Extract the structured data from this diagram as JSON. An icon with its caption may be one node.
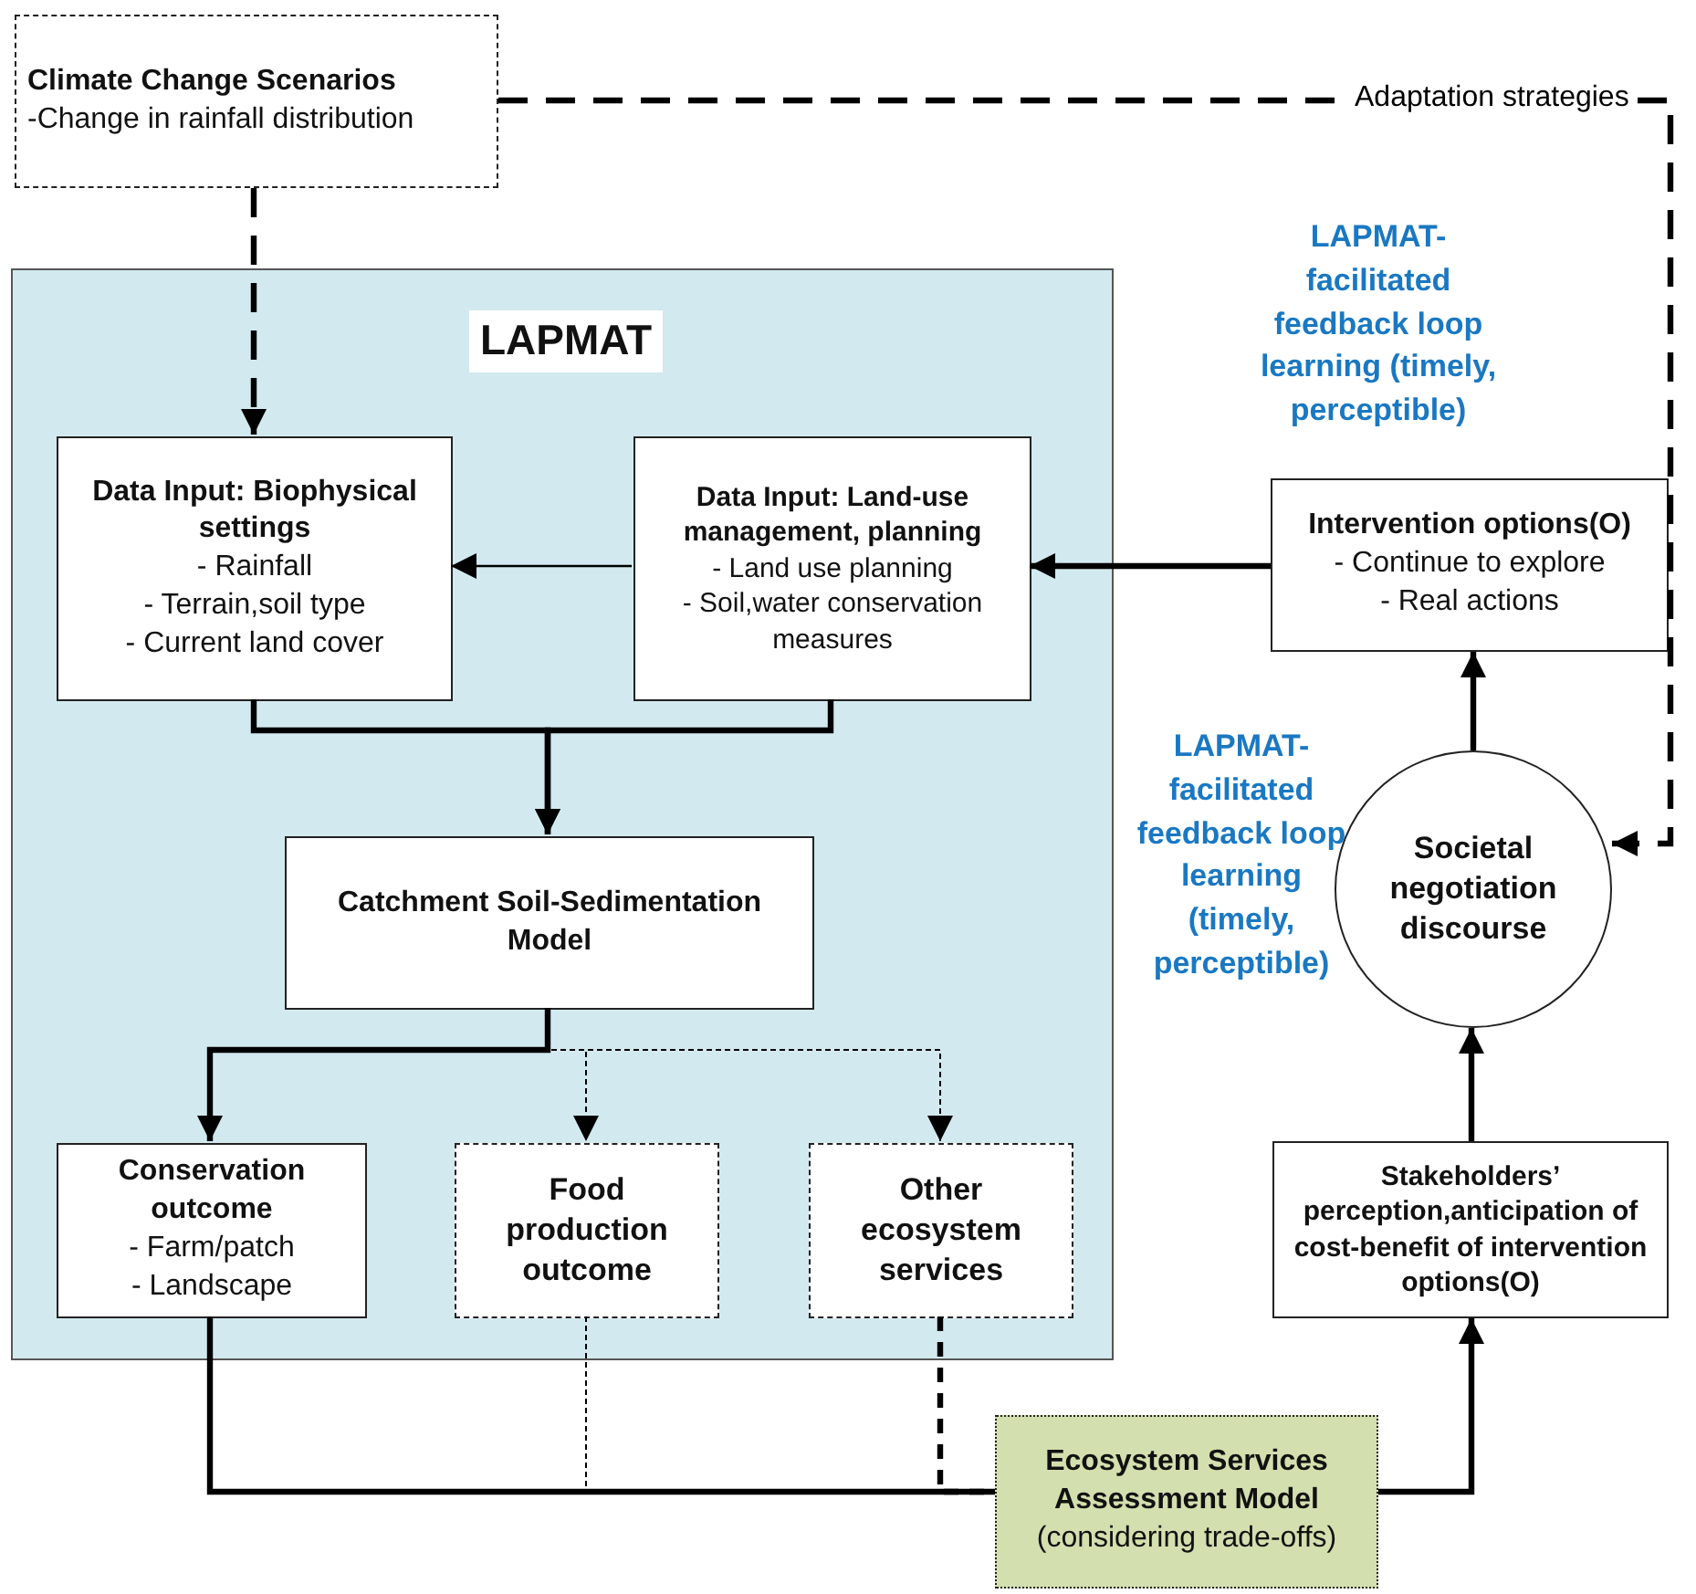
{
  "diagram": {
    "nodes": [
      {
        "text": [
          "Climate Change Scenarios",
          "-Change in rainfall distribution"
        ]
      },
      {
        "text": [
          "LAPMAT"
        ]
      },
      {
        "text": [
          "Data Input: Biophysical settings",
          "- Rainfall",
          "- Terrain,soil type",
          "- Current land cover"
        ],
        "in": 1
      },
      {
        "text": [
          "Data Input: Land-use management, planning",
          "- Land use planning",
          "- Soil,water conservation measures"
        ],
        "in": 1
      },
      {
        "text": [
          "Catchment Soil-Sedimentation Model"
        ],
        "in": 1
      },
      {
        "text": [
          "Conservation outcome",
          "- Farm/patch",
          "- Landscape"
        ],
        "in": 1
      },
      {
        "text": [
          "Food production outcome"
        ],
        "in": 1
      },
      {
        "text": [
          "Other ecosystem services"
        ],
        "in": 1
      },
      {
        "text": [
          "Intervention options(O)",
          "- Continue to explore",
          "- Real actions"
        ]
      },
      {
        "text": [
          "Societal negotiation discourse"
        ]
      },
      {
        "text": [
          "Stakeholders’ perception,anticipation of cost-benefit of intervention options(O)"
        ]
      },
      {
        "text": [
          "Ecosystem Services Assessment Model",
          "(considering trade-offs)"
        ]
      }
    ],
    "edges": [
      {
        "from": 0,
        "to": 2,
        "arrow": "to",
        "style": "dashed"
      },
      {
        "from": 0,
        "to": 9,
        "arrow": "to",
        "style": "dashed",
        "label": "Adaptation strategies"
      },
      {
        "from": 3,
        "to": 2,
        "arrow": "to"
      },
      {
        "from": 2,
        "to": 4,
        "arrow": "to"
      },
      {
        "from": 3,
        "to": 4,
        "arrow": "to"
      },
      {
        "from": 4,
        "to": 5,
        "arrow": "to"
      },
      {
        "from": 4,
        "to": 6,
        "arrow": "to",
        "style": "dashed"
      },
      {
        "from": 4,
        "to": 7,
        "arrow": "to",
        "style": "dashed"
      },
      {
        "from": 5,
        "to": 11,
        "arrow": "none"
      },
      {
        "from": 6,
        "to": 11,
        "arrow": "none",
        "style": "dashed"
      },
      {
        "from": 7,
        "to": 11,
        "arrow": "none",
        "style": "dashed"
      },
      {
        "from": 11,
        "to": 10,
        "arrow": "to"
      },
      {
        "from": 10,
        "to": 9,
        "arrow": "to"
      },
      {
        "from": 9,
        "to": 8,
        "arrow": "to"
      },
      {
        "from": 8,
        "to": 3,
        "arrow": "to"
      }
    ],
    "labels": [
      "LAPMAT-facilitated feedback loop learning (timely, perceptible)",
      "LAPMAT-facilitated feedback loop learning (timely, perceptible)"
    ]
  }
}
